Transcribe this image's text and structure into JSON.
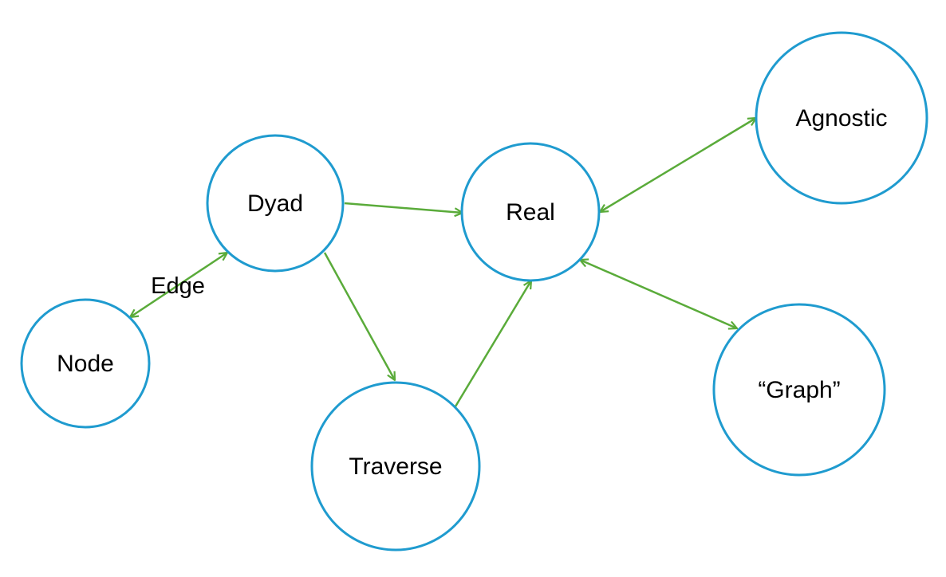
{
  "colors": {
    "node_stroke": "#1f9bcf",
    "edge_stroke": "#5aab3a",
    "background": "#ffffff"
  },
  "nodes": {
    "node": {
      "label": "Node"
    },
    "dyad": {
      "label": "Dyad"
    },
    "traverse": {
      "label": "Traverse"
    },
    "real": {
      "label": "Real"
    },
    "agnostic": {
      "label": "Agnostic"
    },
    "graph": {
      "label": "“Graph”"
    }
  },
  "edges": [
    {
      "from": "node",
      "to": "dyad",
      "direction": "both",
      "label": "Edge"
    },
    {
      "from": "dyad",
      "to": "real",
      "direction": "forward"
    },
    {
      "from": "dyad",
      "to": "traverse",
      "direction": "forward"
    },
    {
      "from": "traverse",
      "to": "real",
      "direction": "forward"
    },
    {
      "from": "real",
      "to": "agnostic",
      "direction": "both"
    },
    {
      "from": "real",
      "to": "graph",
      "direction": "both"
    }
  ]
}
